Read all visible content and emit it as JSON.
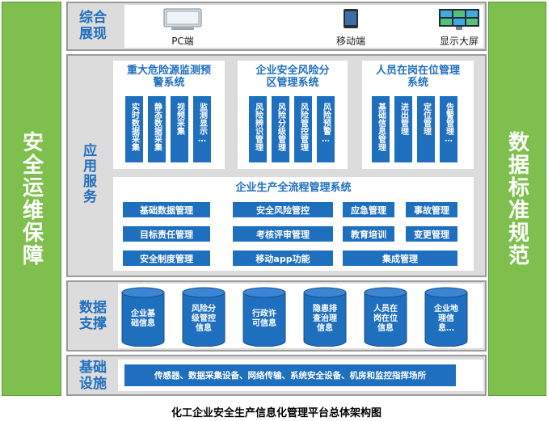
{
  "left_sidebar": {
    "label": "安全运维保障"
  },
  "right_sidebar": {
    "label": "数据标准规范"
  },
  "display_layer": {
    "title_line1": "综合",
    "title_line2": "展现",
    "devices": [
      {
        "label": "PC端",
        "icon": "monitor-icon"
      },
      {
        "label": "移动端",
        "icon": "tablet-icon"
      },
      {
        "label": "显示大屏",
        "icon": "video-wall-icon"
      }
    ]
  },
  "application_layer": {
    "title": "应用服务",
    "systems": [
      {
        "title_line1": "重大危险源监测预",
        "title_line2": "警系统",
        "modules": [
          "实时数据采集",
          "静态数据采集",
          "视频采集",
          "监测显示…"
        ]
      },
      {
        "title_line1": "企业安全风险分",
        "title_line2": "区管理系统",
        "modules": [
          "风险辨识管理",
          "风险分级管理",
          "风险管控管理",
          "风险预警…"
        ]
      },
      {
        "title_line1": "人员在岗在位管理",
        "title_line2": "系统",
        "modules": [
          "基础信息管理",
          "进出管理",
          "定位管理",
          "告警管理…"
        ]
      }
    ],
    "process_system": {
      "title": "企业生产全流程管理系统",
      "buttons": [
        "基础数据管理",
        "安全风险管控",
        "应急管理",
        "事故管理",
        "目标责任管理",
        "考核评审管理",
        "教育培训",
        "变更管理",
        "安全制度管理",
        "移动app功能",
        "集成管理"
      ]
    }
  },
  "data_layer": {
    "title_line1": "数据",
    "title_line2": "支撑",
    "databases": [
      {
        "lines": [
          "企业基",
          "础信息"
        ]
      },
      {
        "lines": [
          "风险分",
          "级管控",
          "信息"
        ]
      },
      {
        "lines": [
          "行政许",
          "可信息"
        ]
      },
      {
        "lines": [
          "隐患排",
          "查治理",
          "信息"
        ]
      },
      {
        "lines": [
          "人员在",
          "岗在位",
          "信息"
        ]
      },
      {
        "lines": [
          "企业地",
          "理信",
          "息…"
        ]
      }
    ]
  },
  "infra_layer": {
    "title_line1": "基础",
    "title_line2": "设施",
    "content": "传感器、数据采集设备、网络传输、系统安全设备、机房和监控指挥场所"
  },
  "caption": "化工企业安全生产信息化管理平台总体架构图",
  "colors": {
    "sidebar_green": "#7fbf4e",
    "primary_blue": "#1f6fbf",
    "layer_gray": "#dcdcdc"
  }
}
